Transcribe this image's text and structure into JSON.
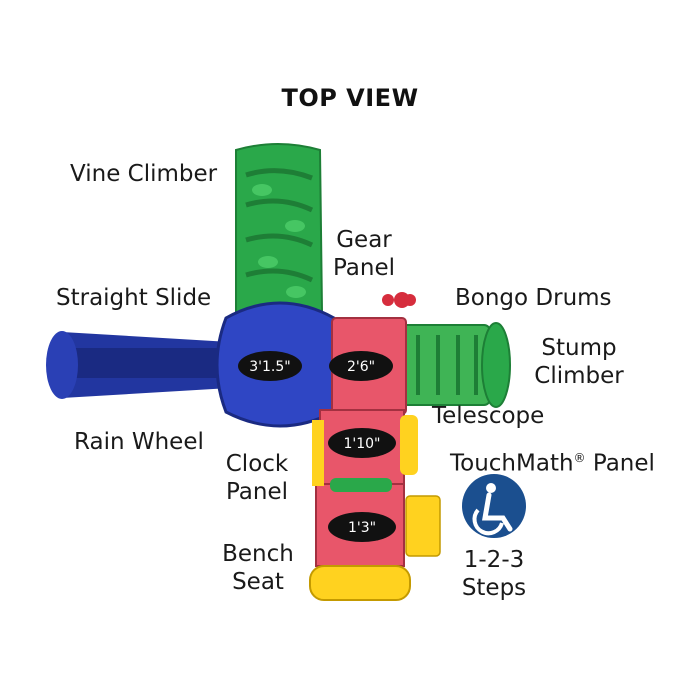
{
  "title": "TOP VIEW",
  "labels": {
    "vine_climber": "Vine Climber",
    "gear_panel": [
      "Gear",
      "Panel"
    ],
    "straight_slide": "Straight Slide",
    "bongo_drums": "Bongo Drums",
    "stump_climber": [
      "Stump",
      "Climber"
    ],
    "telescope": "Telescope",
    "rain_wheel": "Rain Wheel",
    "touchmath_panel": "TouchMath",
    "touchmath_mark": "®",
    "touchmath_suffix": " Panel",
    "clock_panel": [
      "Clock",
      "Panel"
    ],
    "bench_seat": [
      "Bench",
      "Seat"
    ],
    "steps": [
      "1-2-3",
      "Steps"
    ]
  },
  "dimensions": {
    "slide_deck": "3'1.5\"",
    "deck_upper": "2'6\"",
    "deck_middle": "1'10\"",
    "deck_lower": "1'3\""
  },
  "colors": {
    "green": "#2aa84a",
    "blue": "#2236a0",
    "red": "#e8566a",
    "yellow": "#ffd21f",
    "accessibility_blue": "#1b4f8f"
  },
  "icons": {
    "accessibility": "accessibility-icon"
  }
}
